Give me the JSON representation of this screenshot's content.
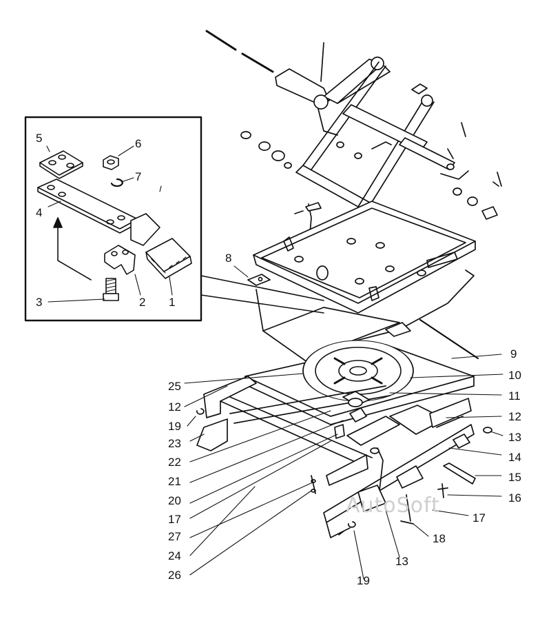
{
  "diagram": {
    "watermark": "AutoSoft",
    "callouts": [
      {
        "id": "c1",
        "label": "1"
      },
      {
        "id": "c2",
        "label": "2"
      },
      {
        "id": "c3",
        "label": "3"
      },
      {
        "id": "c4",
        "label": "4"
      },
      {
        "id": "c5",
        "label": "5"
      },
      {
        "id": "c6",
        "label": "6"
      },
      {
        "id": "c7",
        "label": "7"
      },
      {
        "id": "c8",
        "label": "8"
      },
      {
        "id": "c9",
        "label": "9"
      },
      {
        "id": "c10",
        "label": "10"
      },
      {
        "id": "c11",
        "label": "11"
      },
      {
        "id": "c12a",
        "label": "12"
      },
      {
        "id": "c12b",
        "label": "12"
      },
      {
        "id": "c13a",
        "label": "13"
      },
      {
        "id": "c13b",
        "label": "13"
      },
      {
        "id": "c14",
        "label": "14"
      },
      {
        "id": "c15",
        "label": "15"
      },
      {
        "id": "c16",
        "label": "16"
      },
      {
        "id": "c17a",
        "label": "17"
      },
      {
        "id": "c17b",
        "label": "17"
      },
      {
        "id": "c18",
        "label": "18"
      },
      {
        "id": "c19a",
        "label": "19"
      },
      {
        "id": "c19b",
        "label": "19"
      },
      {
        "id": "c20",
        "label": "20"
      },
      {
        "id": "c21",
        "label": "21"
      },
      {
        "id": "c22",
        "label": "22"
      },
      {
        "id": "c23",
        "label": "23"
      },
      {
        "id": "c24",
        "label": "24"
      },
      {
        "id": "c25",
        "label": "25"
      },
      {
        "id": "c26",
        "label": "26"
      },
      {
        "id": "c27",
        "label": "27"
      }
    ]
  }
}
